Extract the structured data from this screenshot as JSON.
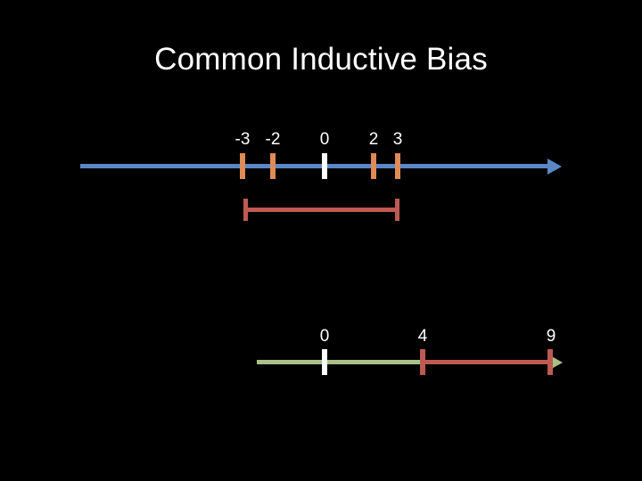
{
  "slide": {
    "title": "Common Inductive Bias",
    "background_color": "#000000",
    "title_color": "#ffffff"
  },
  "colors": {
    "blue_axis": "#5B87C5",
    "green_axis": "#A9C187",
    "orange_tick": "#E08A56",
    "white_tick": "#ffffff",
    "red_mark": "#BE5A52"
  },
  "number_line_1": {
    "name": "upper-number-line",
    "axis_color": "#5B87C5",
    "arrow_direction": "right",
    "ticks": [
      {
        "label": "-3",
        "color": "#E08A56"
      },
      {
        "label": "-2",
        "color": "#E08A56"
      },
      {
        "label": "0",
        "color": "#ffffff"
      },
      {
        "label": "2",
        "color": "#E08A56"
      },
      {
        "label": "3",
        "color": "#E08A56"
      }
    ],
    "span": {
      "label": "",
      "from": "-3",
      "to": "3",
      "color": "#BE5A52"
    }
  },
  "number_line_2": {
    "name": "lower-number-line",
    "axis_color": "#A9C187",
    "arrow_direction": "right",
    "ticks": [
      {
        "label": "0",
        "color": "#ffffff"
      },
      {
        "label": "4",
        "color": "#BE5A52"
      },
      {
        "label": "9",
        "color": "#BE5A52"
      }
    ],
    "segment": {
      "from": "4",
      "to": "9",
      "color": "#BE5A52"
    }
  }
}
